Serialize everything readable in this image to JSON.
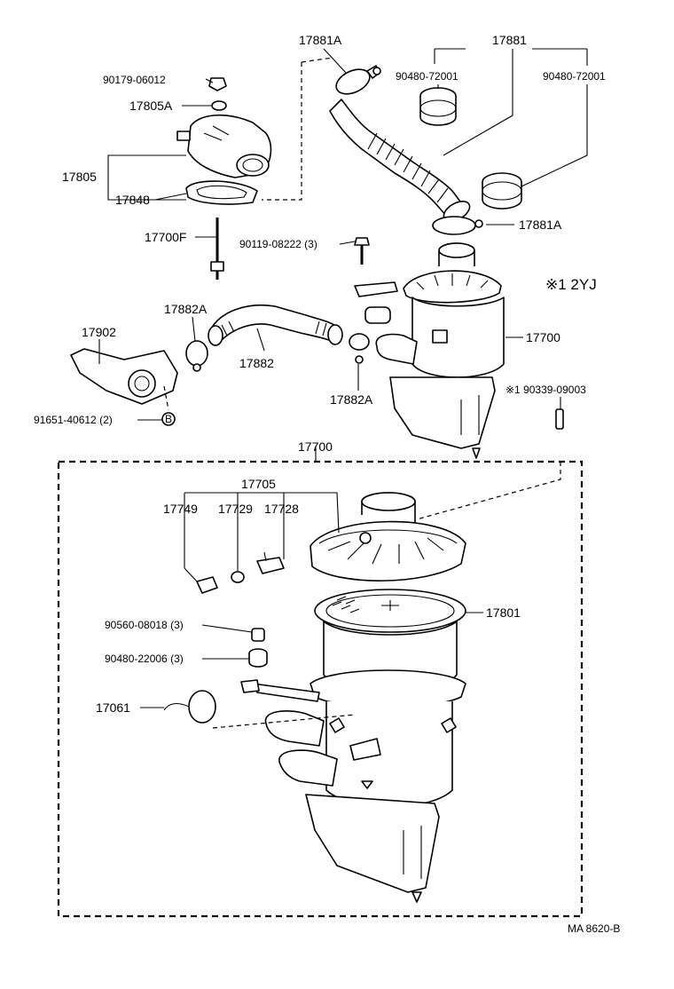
{
  "labels": {
    "p17881A_top": "17881A",
    "p17881": "17881",
    "p90480_72001_a": "90480-72001",
    "p90480_72001_b": "90480-72001",
    "p90179_06012": "90179-06012",
    "p17805A": "17805A",
    "p17805": "17805",
    "p17848": "17848",
    "p17881A_right": "17881A",
    "p17700F": "17700F",
    "p90119_08222": "90119-08222 (3)",
    "note_2yj": "※1 2YJ",
    "p17882A_top": "17882A",
    "p17902": "17902",
    "p17882": "17882",
    "p17700_right": "17700",
    "p17882A_bottom": "17882A",
    "p90339_09003": "※1 90339-09003",
    "p91651_40612": "91651-40612 (2)",
    "mark_b": "B",
    "p17700_assy": "17700",
    "p17705": "17705",
    "p17749": "17749",
    "p17729": "17729",
    "p17728": "17728",
    "p17801": "17801",
    "p90560_08018": "90560-08018 (3)",
    "p90480_22006": "90480-22006 (3)",
    "p17061": "17061",
    "drawing_code": "MA 8620-B"
  }
}
